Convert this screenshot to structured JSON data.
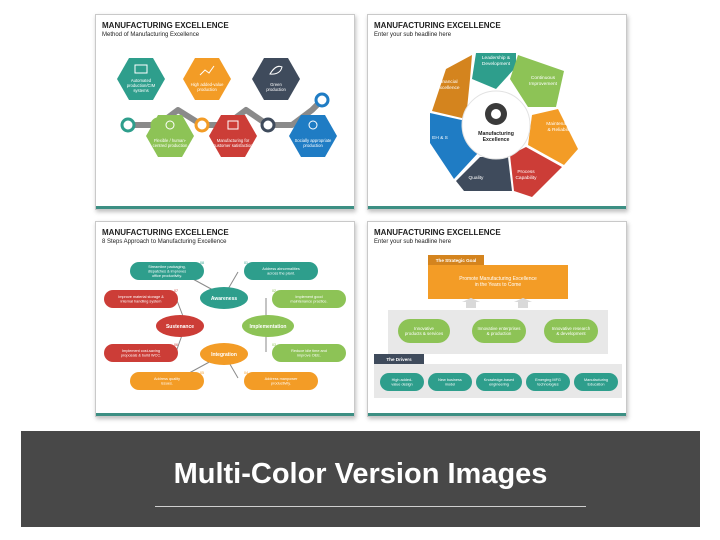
{
  "slide1": {
    "title": "MANUFACTURING EXCELLENCE",
    "subtitle": "Method of Manufacturing Excellence",
    "hexes": [
      {
        "label": "Automated production/CIM systems",
        "color": "#2e9e8c",
        "icon": "factory-icon"
      },
      {
        "label": "Flexible / human-centred production",
        "color": "#8dc356",
        "icon": "people-icon"
      },
      {
        "label": "High added-value production",
        "color": "#f39c26",
        "icon": "growth-icon"
      },
      {
        "label": "Manufacturing for customer satisfaction",
        "color": "#cc3d37",
        "icon": "customer-icon"
      },
      {
        "label": "Green production",
        "color": "#3f4b5c",
        "icon": "leaf-icon"
      },
      {
        "label": "Socially appropriate production",
        "color": "#1f7cc4",
        "icon": "globe-icon"
      }
    ]
  },
  "slide2": {
    "title": "MANUFACTURING EXCELLENCE",
    "subtitle": "Enter your sub headline here",
    "center": "Manufacturing Excellence",
    "center_icon": "gear-icon",
    "segments": [
      {
        "label": "Leadership & Development",
        "color": "#2e9e8c"
      },
      {
        "label": "Continuous Improvement",
        "color": "#8dc356"
      },
      {
        "label": "Maintenance & Reliability",
        "color": "#f39c26"
      },
      {
        "label": "Process Capability",
        "color": "#cc3d37"
      },
      {
        "label": "Quality",
        "color": "#3f4b5c"
      },
      {
        "label": "EH & S",
        "color": "#1f7cc4"
      },
      {
        "label": "Financial Excellence",
        "color": "#d4841e"
      }
    ]
  },
  "slide3": {
    "title": "MANUFACTURING EXCELLENCE",
    "subtitle": "8 Steps Approach to Manufacturing Excellence",
    "hubs": [
      {
        "label": "Awareness",
        "color": "#2e9e8c"
      },
      {
        "label": "Implementation",
        "color": "#8dc356"
      },
      {
        "label": "Integration",
        "color": "#f39c26"
      },
      {
        "label": "Sustenance",
        "color": "#cc3d37"
      }
    ],
    "steps": [
      {
        "num": "01",
        "label": "Address abnormalities across the plant.",
        "color": "#2e9e8c"
      },
      {
        "num": "02",
        "label": "Implement good maintenance practice.",
        "color": "#8dc356"
      },
      {
        "num": "03",
        "label": "Reduce idle time and improve OEE.",
        "color": "#8dc356"
      },
      {
        "num": "04",
        "label": "Address manpower productivity.",
        "color": "#f39c26"
      },
      {
        "num": "05",
        "label": "Address quality issues.",
        "color": "#f39c26"
      },
      {
        "num": "06",
        "label": "Implement cost-saving proposals & build WCC.",
        "color": "#cc3d37"
      },
      {
        "num": "07",
        "label": "Improve material storage & internal handling system.",
        "color": "#cc3d37"
      },
      {
        "num": "08",
        "label": "Streamline packaging, dispatches & improves office productivity.",
        "color": "#2e9e8c"
      }
    ]
  },
  "slide4": {
    "title": "MANUFACTURING EXCELLENCE",
    "subtitle": "Enter your sub headline here",
    "goal_tab": "The Strategic Goal",
    "goal": "Promote Manufacturing Excellence in the Years to Come",
    "middle": [
      "Innovative products & services",
      "Innovative enterprises & production",
      "Innovative research & development"
    ],
    "drivers_tab": "The Drivers",
    "drivers": [
      "High added-value design",
      "New business model",
      "Knowledge-based engineering",
      "Emerging MFG technologies",
      "Manufacturing Education"
    ],
    "colors": {
      "orange": "#f39c26",
      "green": "#8dc356",
      "teal": "#2e9e8c",
      "dark": "#3f4b5c"
    }
  },
  "banner": {
    "title": "Multi-Color Version Images",
    "background": "#484848"
  }
}
